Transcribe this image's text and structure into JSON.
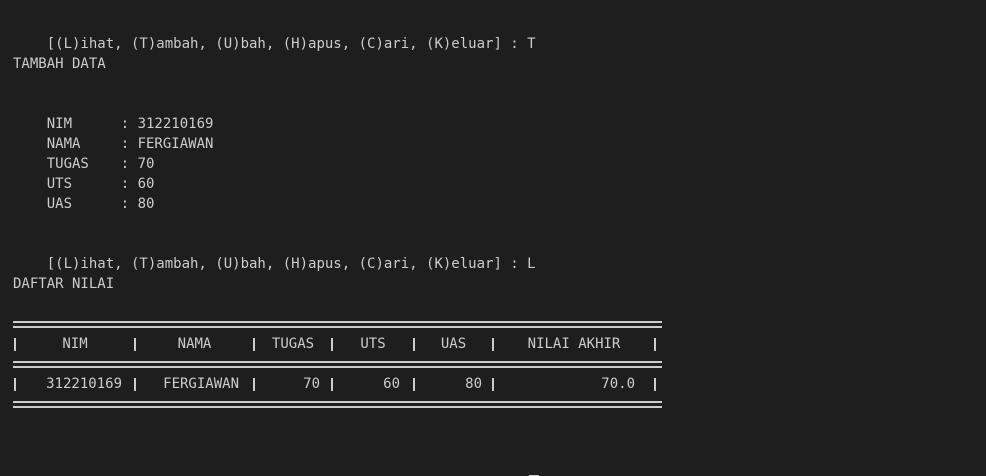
{
  "menu_prompt": "[(L)ihat, (T)ambah, (U)bah, (H)apus, (C)ari, (K)eluar] : ",
  "input_1": "T",
  "tambah_title": "TAMBAH DATA",
  "form": {
    "nim_label": "NIM",
    "nim_value": ": 312210169",
    "nama_label": "NAMA",
    "nama_value": ": FERGIAWAN",
    "tugas_label": "TUGAS",
    "tugas_value": ": 70",
    "uts_label": "UTS",
    "uts_value": ": 60",
    "uas_label": "UAS",
    "uas_value": ": 80"
  },
  "input_2": "L",
  "daftar_title": "DAFTAR NILAI",
  "table": {
    "headers": [
      "NIM",
      "NAMA",
      "TUGAS",
      "UTS",
      "UAS",
      "NILAI AKHIR"
    ],
    "rows": [
      [
        "312210169",
        "FERGIAWAN",
        "70",
        "60",
        "80",
        "70.0"
      ]
    ]
  }
}
